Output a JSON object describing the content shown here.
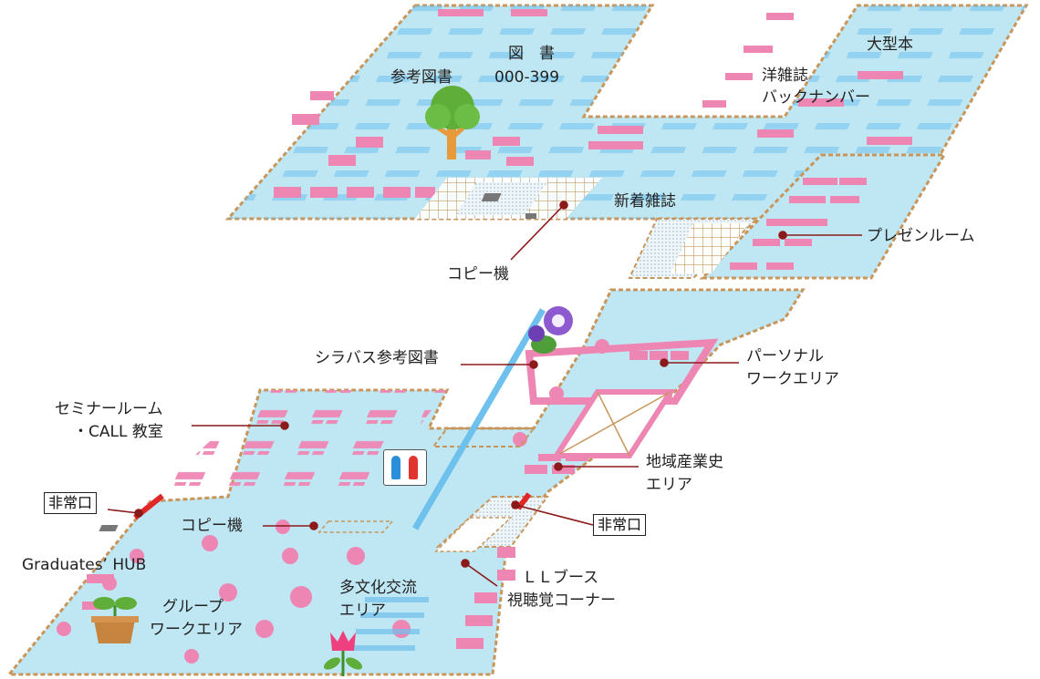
{
  "colors": {
    "floor": "#bfe6f3",
    "border": "#c8965a",
    "table": "#ee86b4",
    "shelf": "#6ec1ec",
    "exit": "#e02828",
    "leader": "#8b1a1a",
    "label": "#222222"
  },
  "labels": {
    "library": "図　書",
    "library_range": "000-399",
    "reference": "参考図書",
    "large_books": "大型本",
    "foreign_magazines": "洋雑誌",
    "back_numbers": "バックナンバー",
    "new_magazines": "新着雑誌",
    "copier_top": "コピー機",
    "presentation_room": "プレゼンルーム",
    "syllabus_reference": "シラバス参考図書",
    "personal_work": "パーソナル",
    "personal_work_2": "ワークエリア",
    "seminar_room": "セミナールーム",
    "call_classroom": "・CALL 教室",
    "regional_history": "地域産業史",
    "regional_history_2": "エリア",
    "emergency_exit_left": "非常口",
    "emergency_exit_right": "非常口",
    "copier_bottom": "コピー機",
    "graduates_hub": "Graduates’ HUB",
    "multicultural": "多文化交流",
    "multicultural_2": "エリア",
    "ll_booth": "ＬＬブース",
    "av_corner": "視聴覚コーナー",
    "group_work": "グループ",
    "group_work_2": "ワークエリア"
  },
  "icons": [
    "tree-icon",
    "morning-glory-icon",
    "sprout-pot-icon",
    "tulip-icon",
    "restroom-icon"
  ]
}
